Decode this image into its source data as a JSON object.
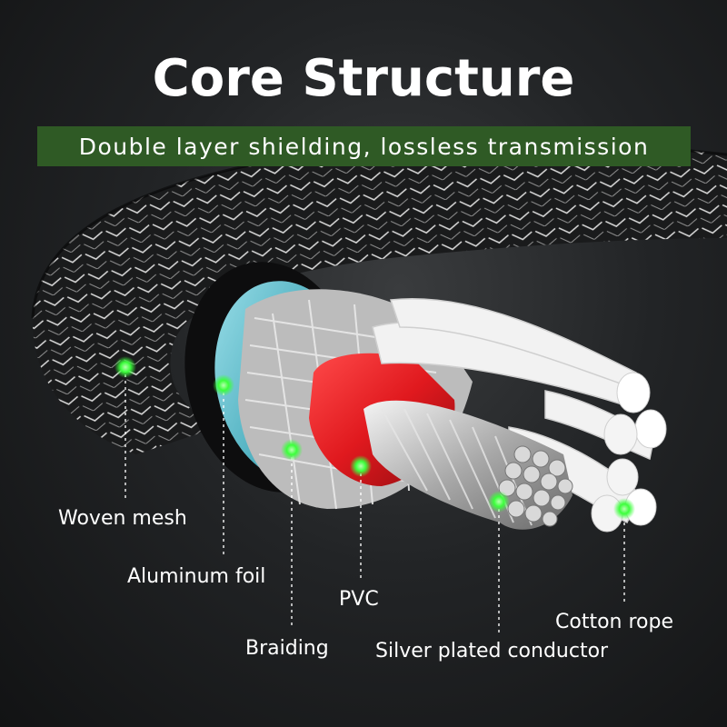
{
  "title": "Core Structure",
  "subtitle": "Double layer shielding, lossless transmission",
  "colors": {
    "subtitle_bar": "#2f5a25",
    "marker_dot": "#3cff3c",
    "pvc_layer": "#e0191e",
    "aluminum_foil": "#4fb0c0",
    "cotton_rope": "#f2f2f2"
  },
  "labels": [
    {
      "key": "woven",
      "text": "Woven mesh",
      "icon": "green-dot"
    },
    {
      "key": "foil",
      "text": "Aluminum foil",
      "icon": "green-dot"
    },
    {
      "key": "pvc",
      "text": "PVC",
      "icon": "green-dot"
    },
    {
      "key": "braid",
      "text": "Braiding",
      "icon": "green-dot"
    },
    {
      "key": "silver",
      "text": "Silver plated conductor",
      "icon": "green-dot"
    },
    {
      "key": "cotton",
      "text": "Cotton rope",
      "icon": "green-dot"
    }
  ]
}
